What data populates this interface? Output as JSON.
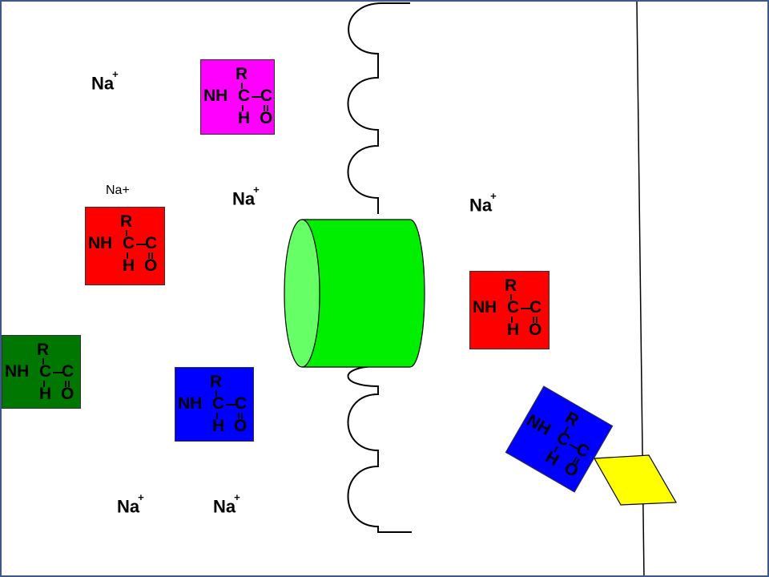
{
  "sodium_ions": {
    "symbol": "Na",
    "charge": "+",
    "plain_label": "Na+"
  },
  "amino_acid": {
    "r": "R",
    "nh": "NH",
    "c_alpha": "C",
    "c_carboxyl": "C",
    "h": "H",
    "o": "O"
  },
  "colors": {
    "magenta": "#ff00ff",
    "red": "#ff0000",
    "green": "#007700",
    "blue": "#0000ff",
    "channel_green": "#00ee00",
    "channel_face": "#66ff66",
    "carrier_yellow": "#ffff00",
    "border": "#3a5a8a"
  }
}
